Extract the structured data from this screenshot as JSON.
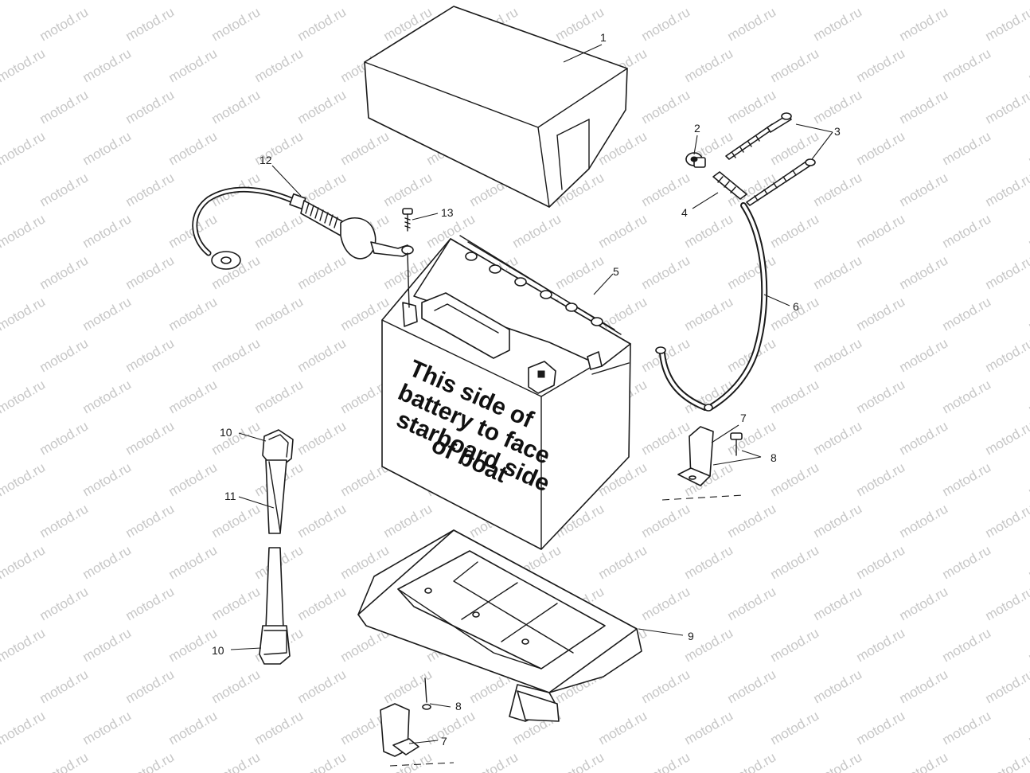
{
  "watermark": "motod.ru",
  "battery_label": [
    "This side of",
    "battery to face",
    "starboard side",
    "of boat"
  ],
  "callouts": {
    "c1": "1",
    "c2": "2",
    "c3": "3",
    "c4": "4",
    "c5": "5",
    "c6": "6",
    "c7a": "7",
    "c7b": "7",
    "c8a": "8",
    "c8b": "8",
    "c9": "9",
    "c10a": "10",
    "c10b": "10",
    "c11": "11",
    "c12": "12",
    "c13": "13"
  },
  "colors": {
    "line": "#1a1a1a",
    "watermark": "#c7c7c7",
    "background": "#ffffff"
  }
}
